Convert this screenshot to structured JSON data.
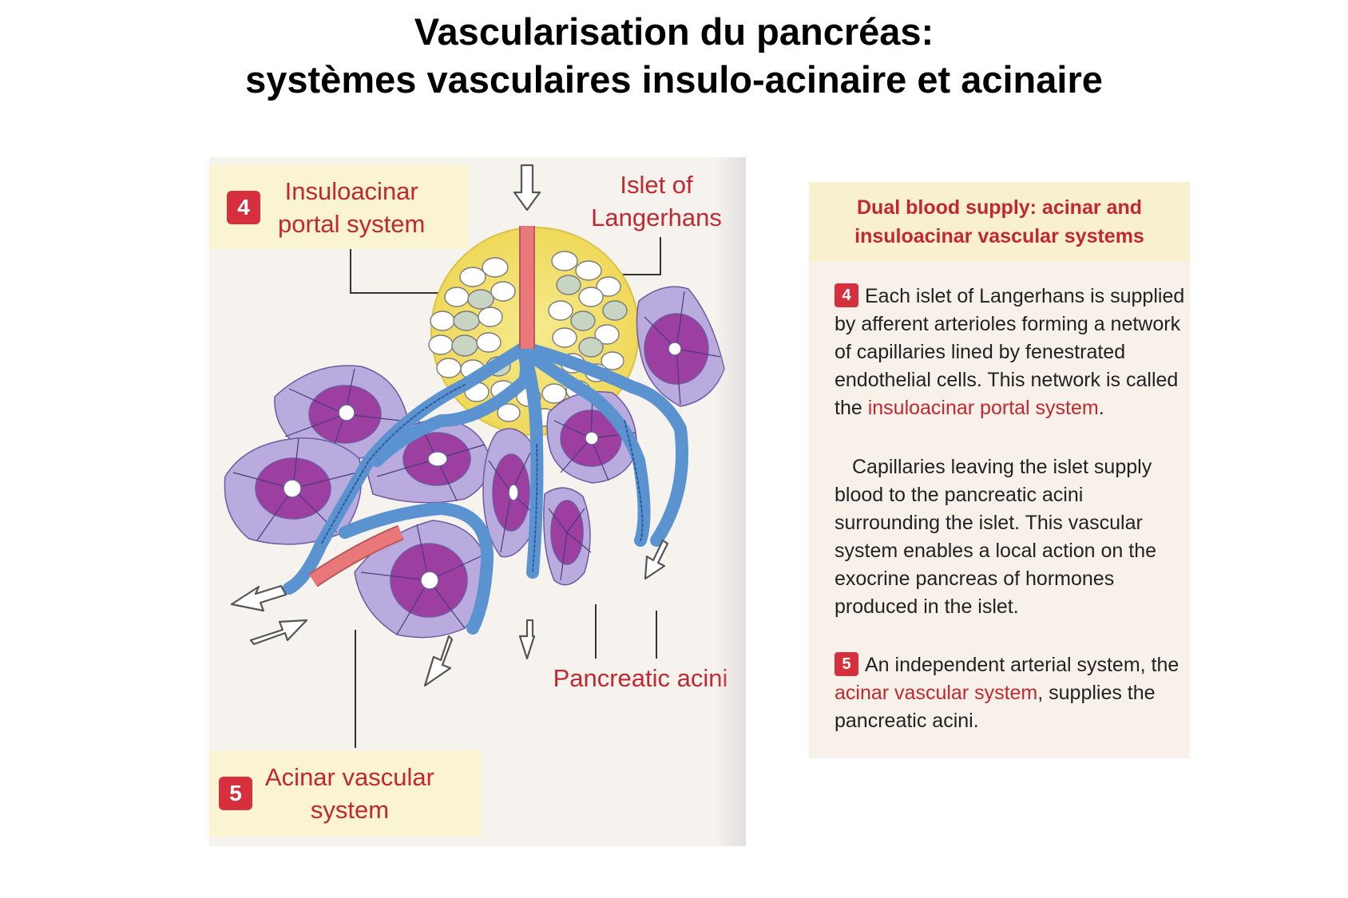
{
  "title": {
    "line1": "Vascularisation du pancréas:",
    "line2": "systèmes vasculaires insulo-acinaire et acinaire"
  },
  "diagram": {
    "callout4": {
      "number": "4",
      "line1": "Insuloacinar",
      "line2": "portal system"
    },
    "callout5": {
      "number": "5",
      "line1": "Acinar vascular",
      "line2": "system"
    },
    "islet_label": {
      "line1": "Islet of",
      "line2": "Langerhans"
    },
    "acini_label": "Pancreatic acini",
    "colors": {
      "artery": "#e8787a",
      "vein": "#5b93d0",
      "islet": "#f3e27a",
      "acinus": "#b4a6da",
      "acinus_core": "#9d3fa1"
    }
  },
  "text_panel": {
    "heading_line1": "Dual blood supply: acinar and",
    "heading_line2": "insuloacinar vascular systems",
    "para1": {
      "number": "4",
      "text": "Each islet of Langerhans is supplied by afferent arterioles forming a network of capillaries lined by fenestrated endothelial cells. This network is called the ",
      "highlight": "insuloacinar portal system",
      "end": "."
    },
    "para2": "Capillaries leaving the islet supply blood to the pancreatic acini surrounding the islet.  This vascular system enables a local action on the exocrine pancreas of hormones produced in the islet.",
    "para3": {
      "number": "5",
      "text1": "An independent arterial system, the ",
      "highlight": "acinar vascular system",
      "text2": ", supplies the pancreatic acini."
    }
  }
}
